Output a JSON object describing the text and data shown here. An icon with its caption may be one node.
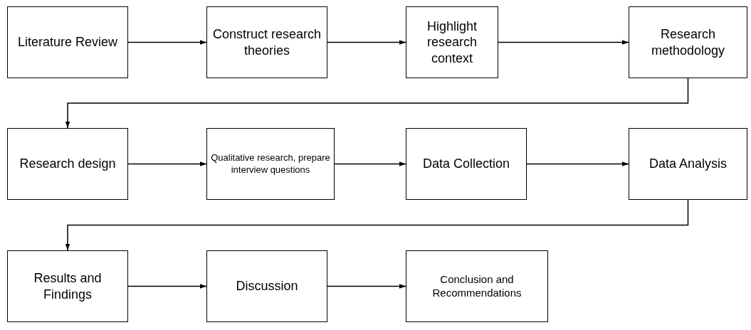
{
  "diagram": {
    "nodes": [
      {
        "text": [
          "Literature Review"
        ]
      },
      {
        "text": [
          "Construct research theories"
        ]
      },
      {
        "text": [
          "Highlight research context"
        ]
      },
      {
        "text": [
          "Research methodology"
        ]
      },
      {
        "text": [
          "Research design"
        ]
      },
      {
        "text": [
          "Qualitative research, prepare interview questions"
        ]
      },
      {
        "text": [
          "Data Collection"
        ]
      },
      {
        "text": [
          "Data Analysis"
        ]
      },
      {
        "text": [
          "Results and Findings"
        ]
      },
      {
        "text": [
          "Discussion"
        ]
      },
      {
        "text": [
          "Conclusion and Recommendations"
        ]
      }
    ],
    "edges": [
      {
        "from": 0,
        "to": 1,
        "arrow": "to"
      },
      {
        "from": 1,
        "to": 2,
        "arrow": "to"
      },
      {
        "from": 2,
        "to": 3,
        "arrow": "to"
      },
      {
        "from": 3,
        "to": 4,
        "arrow": "to"
      },
      {
        "from": 4,
        "to": 5,
        "arrow": "to"
      },
      {
        "from": 5,
        "to": 6,
        "arrow": "to"
      },
      {
        "from": 6,
        "to": 7,
        "arrow": "to"
      },
      {
        "from": 7,
        "to": 8,
        "arrow": "to"
      },
      {
        "from": 8,
        "to": 9,
        "arrow": "to"
      },
      {
        "from": 9,
        "to": 10,
        "arrow": "to"
      }
    ]
  }
}
